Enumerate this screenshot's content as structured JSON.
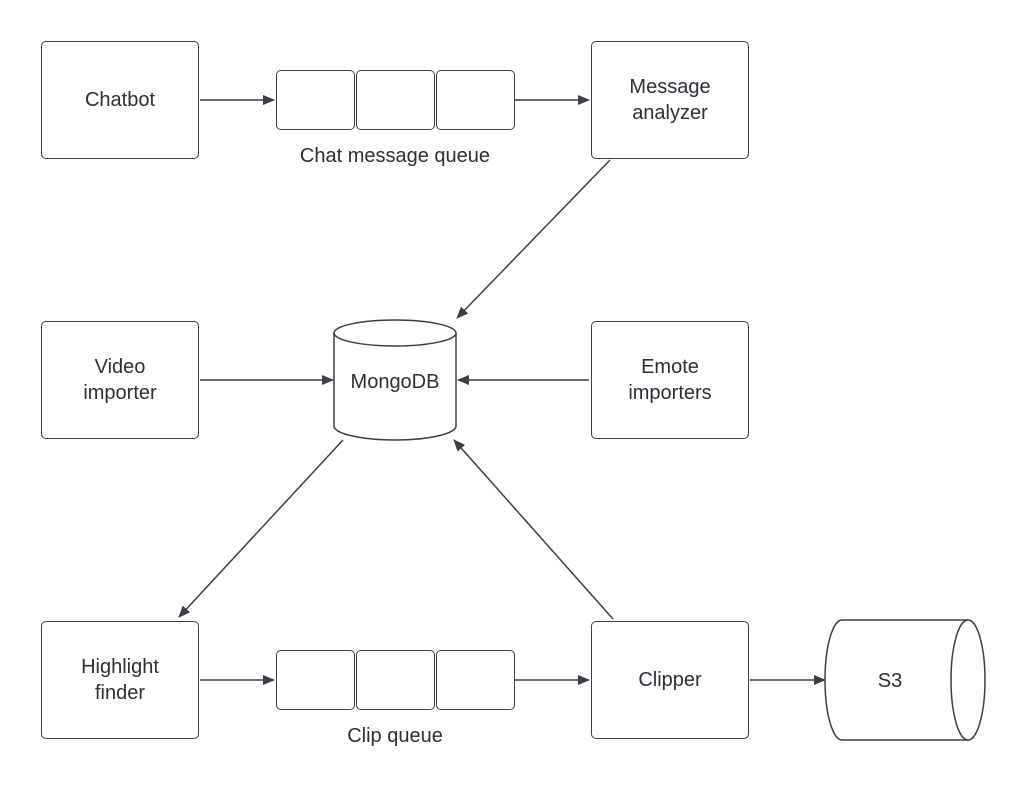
{
  "nodes": {
    "chatbot": "Chatbot",
    "message_analyzer": "Message\nanalyzer",
    "video_importer": "Video\nimporter",
    "mongodb": "MongoDB",
    "emote_importers": "Emote\nimporters",
    "highlight_finder": "Highlight\nfinder",
    "clipper": "Clipper",
    "s3": "S3"
  },
  "queues": {
    "chat_message_queue": "Chat message queue",
    "clip_queue": "Clip queue"
  },
  "colors": {
    "stroke": "#3a3f47",
    "text": "#2b2f36",
    "background": "#ffffff"
  }
}
